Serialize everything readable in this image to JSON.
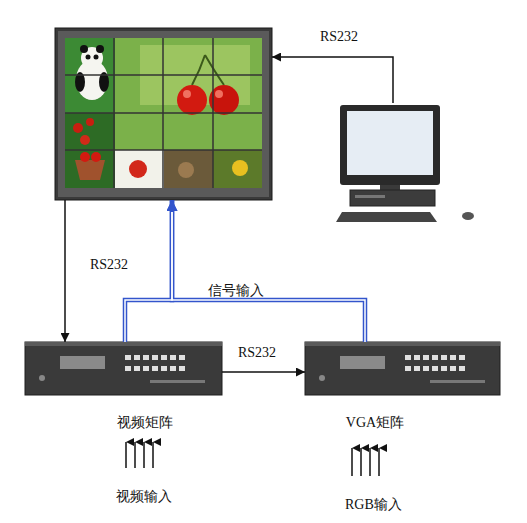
{
  "diagram": {
    "nodes": [
      {
        "text": []
      },
      {
        "text": []
      },
      {
        "text": [
          "视频矩阵"
        ]
      },
      {
        "text": [
          "VGA矩阵"
        ]
      }
    ],
    "edges": [
      {
        "from": 1,
        "to": 0,
        "arrow": "to",
        "label": "RS232"
      },
      {
        "from": 0,
        "to": 2,
        "arrow": "to",
        "label": "RS232"
      },
      {
        "from": 2,
        "to": 3,
        "arrow": "to",
        "label": "RS232"
      },
      {
        "from": 2,
        "to": 0,
        "arrow": "to",
        "label": "信号输入"
      },
      {
        "from": 3,
        "to": 0,
        "arrow": "to"
      }
    ],
    "labels": [
      "视频输入",
      "RGB输入"
    ]
  }
}
